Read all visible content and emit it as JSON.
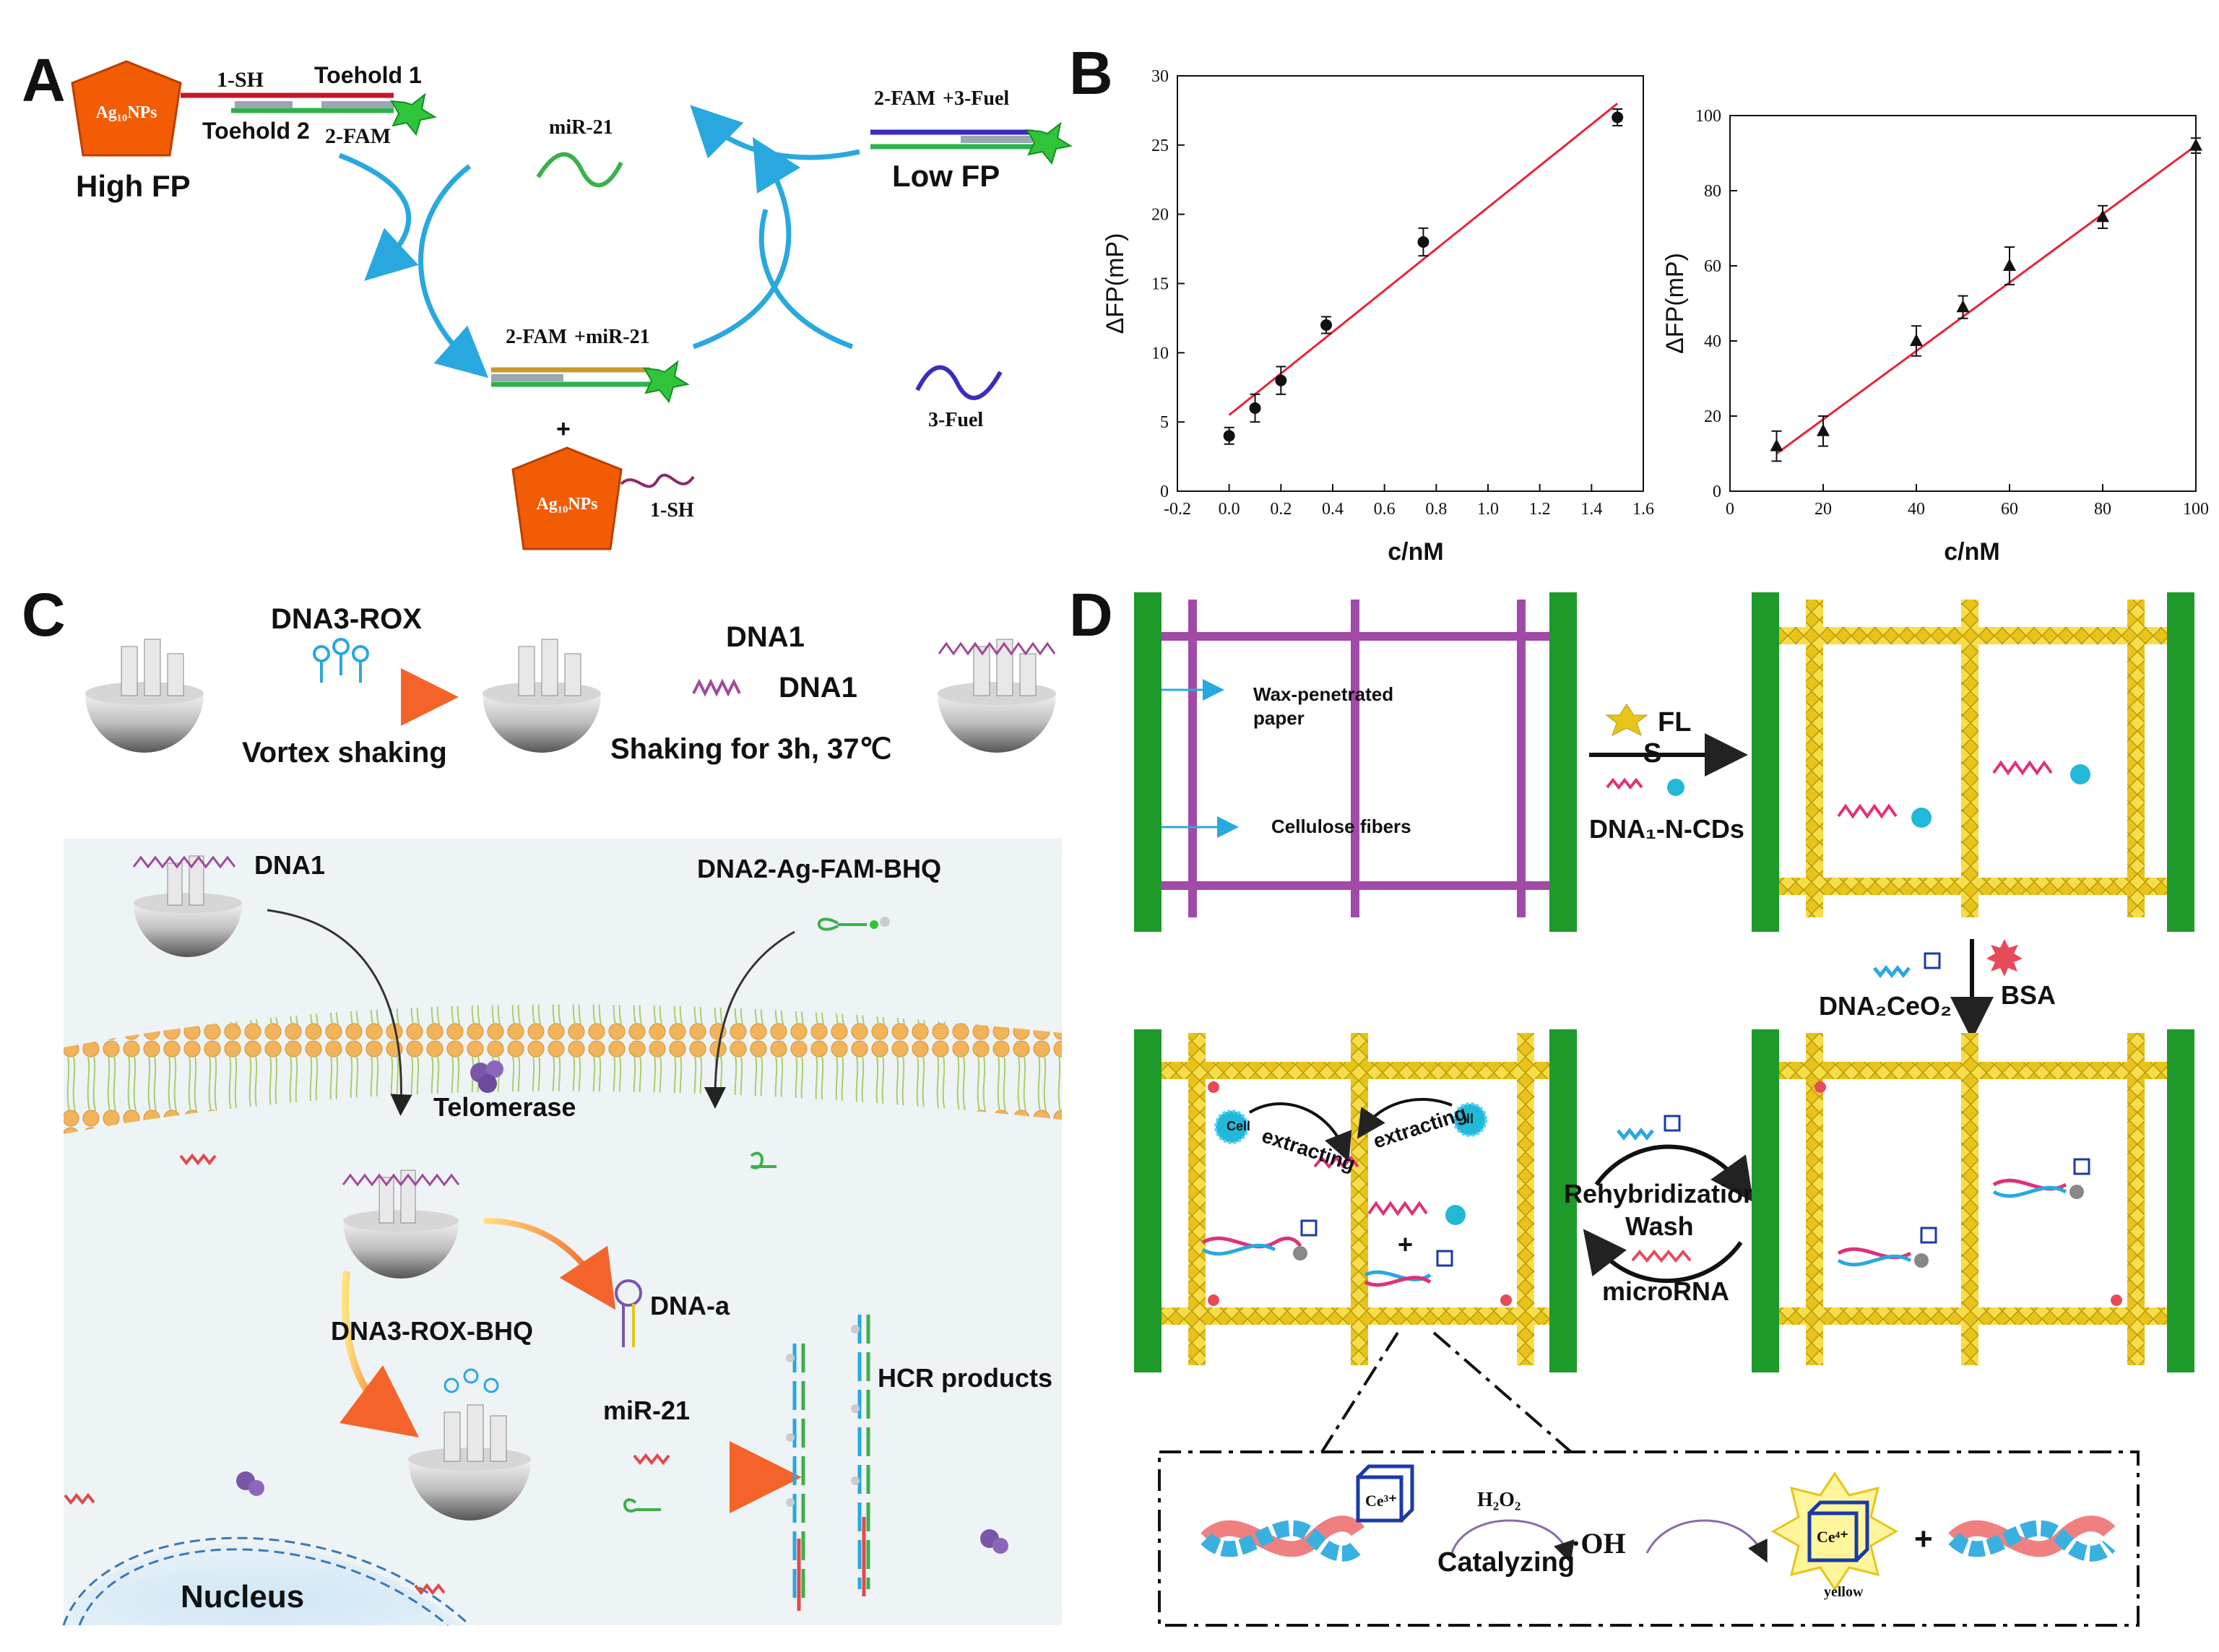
{
  "panels": {
    "a": {
      "letter": "A",
      "np_label": "Ag₁₀NPs",
      "one_sh": "1-SH",
      "toehold1": "Toehold 1",
      "toehold2": "Toehold 2",
      "two_fam": "2-FAM",
      "high_fp": "High FP",
      "mir21": "miR-21",
      "complex_fam": "2-FAM",
      "complex_plus_mir": "+miR-21",
      "plus": "+",
      "fuel": "3-Fuel",
      "low_fam": "2-FAM",
      "low_plus_fuel": "+3-Fuel",
      "low_fp": "Low FP",
      "np_label2": "Ag₁₀NPs",
      "one_sh2": "1-SH"
    },
    "b": {
      "letter": "B"
    },
    "c": {
      "letter": "C",
      "dna3rox": "DNA3-ROX",
      "vortex": "Vortex shaking",
      "dna1_top": "DNA1",
      "dna1_mid": "DNA1",
      "shaking": "Shaking for 3h, 37℃",
      "dna1_cell": "DNA1",
      "dna2": "DNA2-Ag-FAM-BHQ",
      "telomerase": "Telomerase",
      "dna3roxbhq": "DNA3-ROX-BHQ",
      "dnaa": "DNA-a",
      "mir21": "miR-21",
      "hcr": "HCR products",
      "nucleus": "Nucleus"
    },
    "d": {
      "letter": "D",
      "wax": "Wax-penetrated",
      "paper": "paper",
      "cellulose": "Cellulose fibers",
      "fl": "FL",
      "s": "S",
      "dna1_ncds": "DNA₁-N-CDs",
      "dna2ceo2": "DNA₂CeO₂",
      "bsa": "BSA",
      "cell1": "Cell",
      "cell2": "ll",
      "extracting1": "extracting",
      "extracting2": "extracting",
      "rehyb": "Rehybridization",
      "wash": "Wash",
      "microrna": "microRNA",
      "h2o2": "H₂O₂",
      "catalyzing": "Catalyzing",
      "oh": "·OH",
      "ce3": "Ce³⁺",
      "ce4": "Ce⁴⁺",
      "yellow": "yellow",
      "plus": "+"
    }
  },
  "chart_data": [
    {
      "type": "scatter",
      "title": "",
      "xlabel": "c/nM",
      "ylabel": "ΔFP(mP)",
      "xlim": [
        -0.2,
        1.6
      ],
      "ylim": [
        0,
        30
      ],
      "xticks": [
        "-0.2",
        "0.0",
        "0.2",
        "0.4",
        "0.6",
        "0.8",
        "1.0",
        "1.2",
        "1.4",
        "1.6"
      ],
      "yticks": [
        "0",
        "5",
        "10",
        "15",
        "20",
        "25",
        "30"
      ],
      "marker": "circle",
      "points": [
        {
          "x": 0.0,
          "y": 4,
          "err": 0.6
        },
        {
          "x": 0.1,
          "y": 6,
          "err": 1.0
        },
        {
          "x": 0.2,
          "y": 8,
          "err": 1.0
        },
        {
          "x": 0.375,
          "y": 12,
          "err": 0.6
        },
        {
          "x": 0.75,
          "y": 18,
          "err": 1.0
        },
        {
          "x": 1.5,
          "y": 27,
          "err": 0.6
        }
      ],
      "fit": {
        "x": [
          0,
          1.5
        ],
        "y": [
          5.5,
          28
        ],
        "color": "#e8243c"
      }
    },
    {
      "type": "scatter",
      "title": "",
      "xlabel": "c/nM",
      "ylabel": "ΔFP(mP)",
      "xlim": [
        0,
        100
      ],
      "ylim": [
        0,
        100
      ],
      "xticks": [
        "0",
        "20",
        "40",
        "60",
        "80",
        "100"
      ],
      "yticks": [
        "0",
        "20",
        "40",
        "60",
        "80",
        "100"
      ],
      "marker": "triangle",
      "points": [
        {
          "x": 10,
          "y": 12,
          "err": 4
        },
        {
          "x": 20,
          "y": 16,
          "err": 4
        },
        {
          "x": 40,
          "y": 40,
          "err": 4
        },
        {
          "x": 50,
          "y": 49,
          "err": 3
        },
        {
          "x": 60,
          "y": 60,
          "err": 5
        },
        {
          "x": 80,
          "y": 73,
          "err": 3
        },
        {
          "x": 100,
          "y": 92,
          "err": 2
        }
      ],
      "fit": {
        "x": [
          10,
          100
        ],
        "y": [
          10,
          92
        ],
        "color": "#e8243c"
      }
    }
  ]
}
